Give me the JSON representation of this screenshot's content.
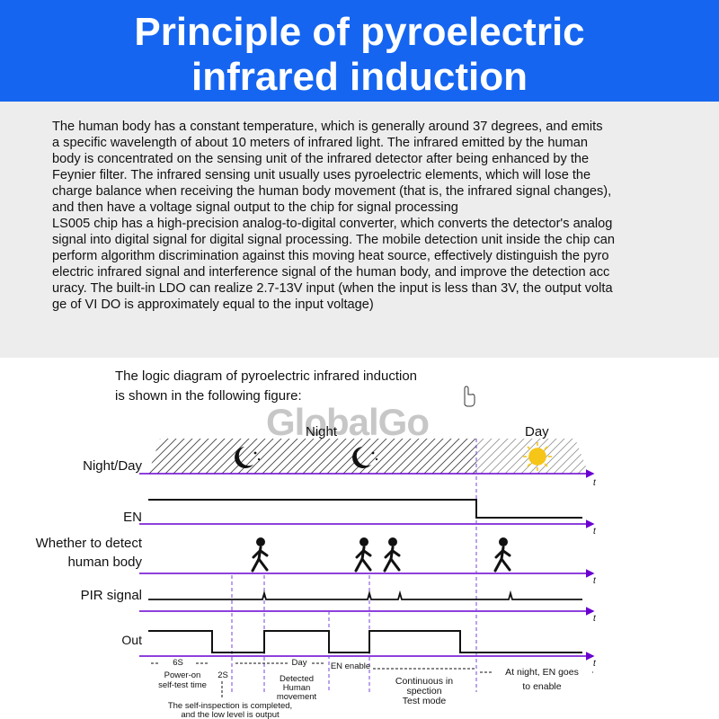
{
  "banner": {
    "title_line1": "Principle of pyroelectric",
    "title_line2": "infrared induction",
    "background": "#1565f0"
  },
  "description": {
    "lines": [
      "The human body has a constant temperature, which is generally around 37 degrees, and emits",
      "a specific wavelength of about 10 meters of infrared light. The infrared emitted by the human",
      "body is concentrated on the sensing unit of the infrared detector after being enhanced by the",
      "Feynier filter. The infrared sensing unit usually uses pyroelectric elements, which will lose the",
      "charge balance when receiving the human body movement (that is, the infrared signal changes),",
      "and then have a voltage signal output to the chip for signal processing",
      "LS005 chip has a high-precision analog-to-digital converter, which converts the detector's analog",
      "signal into digital signal for digital signal processing. The mobile detection unit inside the chip can",
      "perform algorithm discrimination against this moving heat source, effectively distinguish the pyro",
      "electric infrared signal and interference signal of the human body, and improve the detection acc",
      "uracy. The built-in LDO can realize 2.7-13V input (when the input is less than 3V, the output volta",
      "ge of VI DO is approximately equal to the input voltage)"
    ]
  },
  "diagram": {
    "caption_line1": "The logic diagram of pyroelectric infrared induction",
    "caption_line2": "is shown in the following figure:",
    "watermark": "GlobalGo",
    "night_label": "Night",
    "day_label": "Day",
    "time_axis": "t",
    "signal_labels": {
      "night_day": "Night/Day",
      "en": "EN",
      "detect_line1": "Whether to detect",
      "detect_line2": "human body",
      "pir": "PIR signal",
      "out": "Out"
    },
    "annotations": {
      "six_s": "6S",
      "power_on_1": "Power-on",
      "power_on_2": "self-test time",
      "two_s": "2S",
      "day_arrow": "Day",
      "detected_1": "Detected",
      "detected_2": "Human",
      "detected_3": "movement",
      "en_enable": "EN enable",
      "continuous_1": "Continuous in",
      "continuous_2": "spection",
      "continuous_3": "Test mode",
      "at_night_1": "At night, EN goes",
      "at_night_2": "to enable",
      "self_insp_1": "The self-inspection is completed,",
      "self_insp_2": "and the low level is output"
    },
    "colors": {
      "axis": "#6a00d0",
      "dashed": "#7a44d8",
      "signal": "#111111",
      "sun": "#f5c518"
    }
  }
}
